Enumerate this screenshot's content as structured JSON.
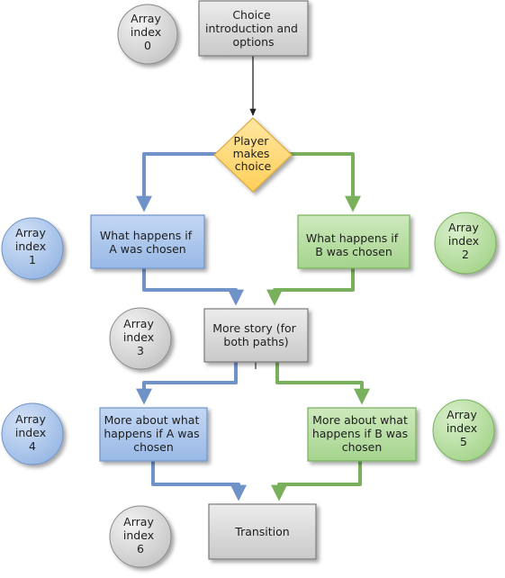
{
  "nodes": {
    "intro": {
      "lines": [
        "Choice",
        "introduction and",
        "options"
      ]
    },
    "decision": {
      "lines": [
        "Player",
        "makes",
        "choice"
      ]
    },
    "path_a": {
      "lines": [
        "What happens if",
        "A was chosen"
      ]
    },
    "path_b": {
      "lines": [
        "What happens if",
        "B was chosen"
      ]
    },
    "merge": {
      "lines": [
        "More story (for",
        "both paths)"
      ]
    },
    "more_a": {
      "lines": [
        "More about what",
        "happens if A was",
        "chosen"
      ]
    },
    "more_b": {
      "lines": [
        "More about what",
        "happens if B was",
        "chosen"
      ]
    },
    "transition": {
      "lines": [
        "Transition"
      ]
    }
  },
  "index_markers": [
    {
      "lines": [
        "Array",
        "index",
        "0"
      ]
    },
    {
      "lines": [
        "Array",
        "index",
        "1"
      ]
    },
    {
      "lines": [
        "Array",
        "index",
        "2"
      ]
    },
    {
      "lines": [
        "Array",
        "index",
        "3"
      ]
    },
    {
      "lines": [
        "Array",
        "index",
        "4"
      ]
    },
    {
      "lines": [
        "Array",
        "index",
        "5"
      ]
    },
    {
      "lines": [
        "Array",
        "index",
        "6"
      ]
    }
  ],
  "colors": {
    "gray_fill": "#d9d9d9",
    "gray_stroke": "#7a7a7a",
    "blue_fill": "#a9c4ea",
    "blue_stroke": "#6f93c9",
    "blue_line": "#6f93c9",
    "green_fill": "#b4dca0",
    "green_stroke": "#78b05c",
    "green_line": "#78b05c",
    "yellow_fill": "#ffd873",
    "yellow_stroke": "#d9a83a",
    "black_line": "#222222"
  }
}
